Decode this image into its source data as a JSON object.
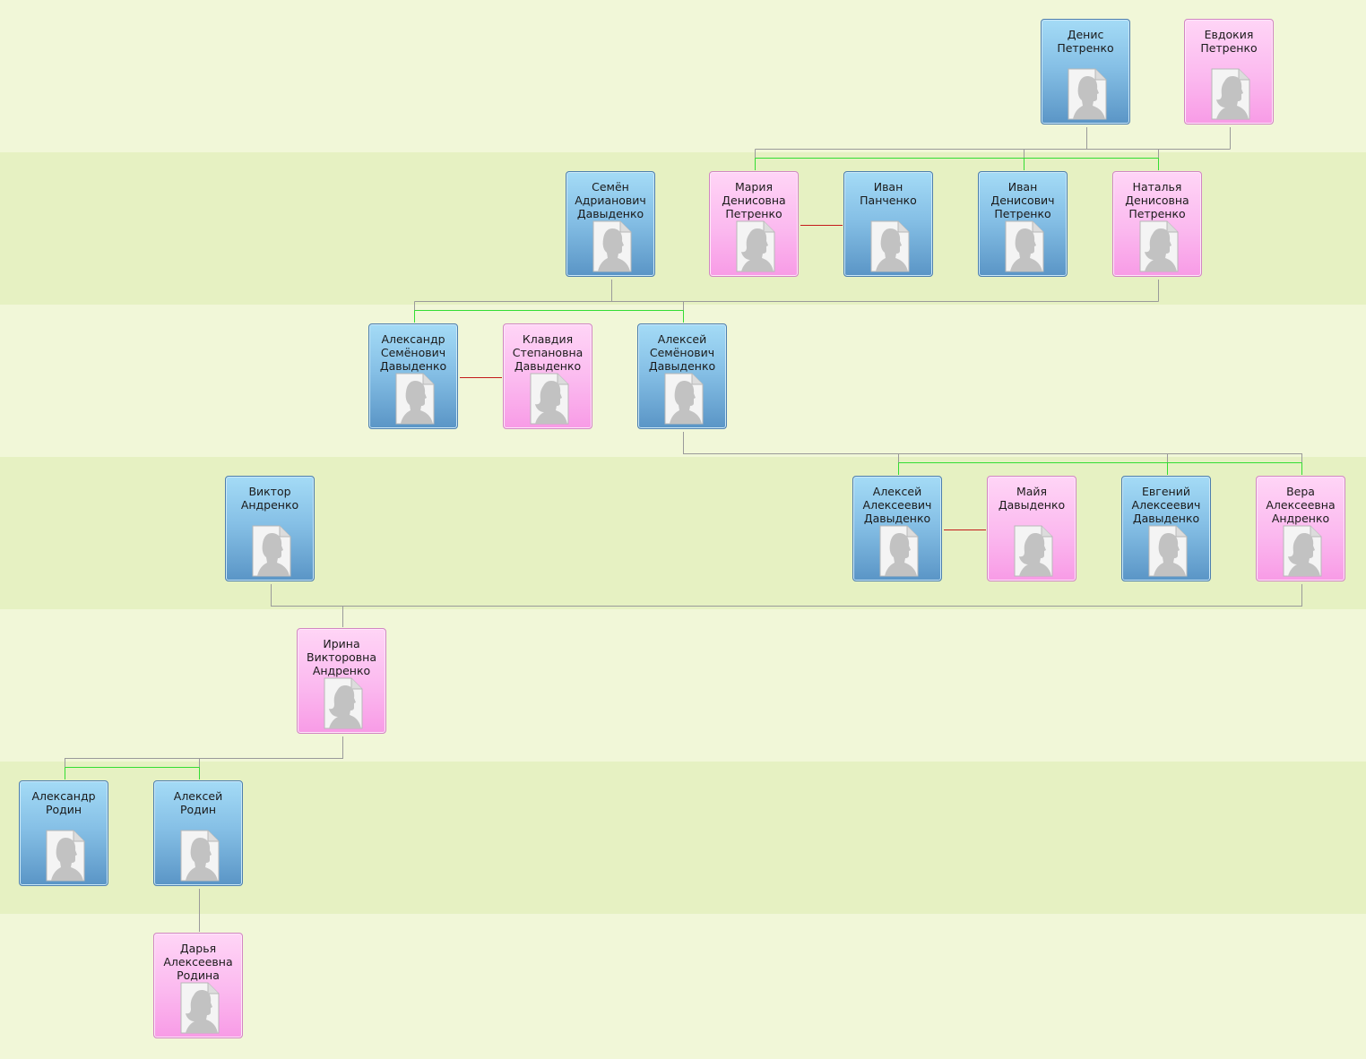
{
  "people": [
    {
      "id": "denis",
      "gender": "male",
      "lines": [
        "Денис",
        "Петренко"
      ]
    },
    {
      "id": "evdokiya",
      "gender": "female",
      "lines": [
        "Евдокия",
        "Петренко"
      ]
    },
    {
      "id": "semen",
      "gender": "male",
      "lines": [
        "Семён",
        "Адрианович",
        "Давыденко"
      ]
    },
    {
      "id": "mariya",
      "gender": "female",
      "lines": [
        "Мария",
        "Денисовна",
        "Петренко"
      ]
    },
    {
      "id": "ivan-p",
      "gender": "male",
      "lines": [
        "Иван",
        "Панченко"
      ]
    },
    {
      "id": "ivan-d",
      "gender": "male",
      "lines": [
        "Иван",
        "Денисович",
        "Петренко"
      ]
    },
    {
      "id": "natalya",
      "gender": "female",
      "lines": [
        "Наталья",
        "Денисовна",
        "Петренко"
      ]
    },
    {
      "id": "aleksandr-s",
      "gender": "male",
      "lines": [
        "Александр",
        "Семёнович",
        "Давыденко"
      ]
    },
    {
      "id": "klavdiya",
      "gender": "female",
      "lines": [
        "Клавдия",
        "Степановна",
        "Давыденко"
      ]
    },
    {
      "id": "aleksey-s",
      "gender": "male",
      "lines": [
        "Алексей",
        "Семёнович",
        "Давыденко"
      ]
    },
    {
      "id": "viktor",
      "gender": "male",
      "lines": [
        "Виктор",
        "Андренко"
      ]
    },
    {
      "id": "aleksey-a",
      "gender": "male",
      "lines": [
        "Алексей",
        "Алексеевич",
        "Давыденко"
      ]
    },
    {
      "id": "mayya",
      "gender": "female",
      "lines": [
        "Майя",
        "Давыденко"
      ]
    },
    {
      "id": "evgeniy",
      "gender": "male",
      "lines": [
        "Евгений",
        "Алексеевич",
        "Давыденко"
      ]
    },
    {
      "id": "vera",
      "gender": "female",
      "lines": [
        "Вера",
        "Алексеевна",
        "Андренко"
      ]
    },
    {
      "id": "irina",
      "gender": "female",
      "lines": [
        "Ирина",
        "Викторовна",
        "Андренко"
      ]
    },
    {
      "id": "aleksandr-r",
      "gender": "male",
      "lines": [
        "Александр",
        "Родин"
      ]
    },
    {
      "id": "aleksey-r",
      "gender": "male",
      "lines": [
        "Алексей",
        "Родин"
      ]
    },
    {
      "id": "darya",
      "gender": "female",
      "lines": [
        "Дарья",
        "Алексеевна",
        "Родина"
      ]
    }
  ],
  "colors": {
    "male_fill": "#86c0e6",
    "female_fill": "#fbb9ef",
    "parent_link": "#9a9a9a",
    "sibling_link": "#33dd33",
    "spouse_link": "#c41a1a",
    "band_light": "#f1f7d8",
    "band_dark": "#e6f1c2"
  },
  "icons": {
    "male": "male-silhouette-icon",
    "female": "female-silhouette-icon"
  }
}
